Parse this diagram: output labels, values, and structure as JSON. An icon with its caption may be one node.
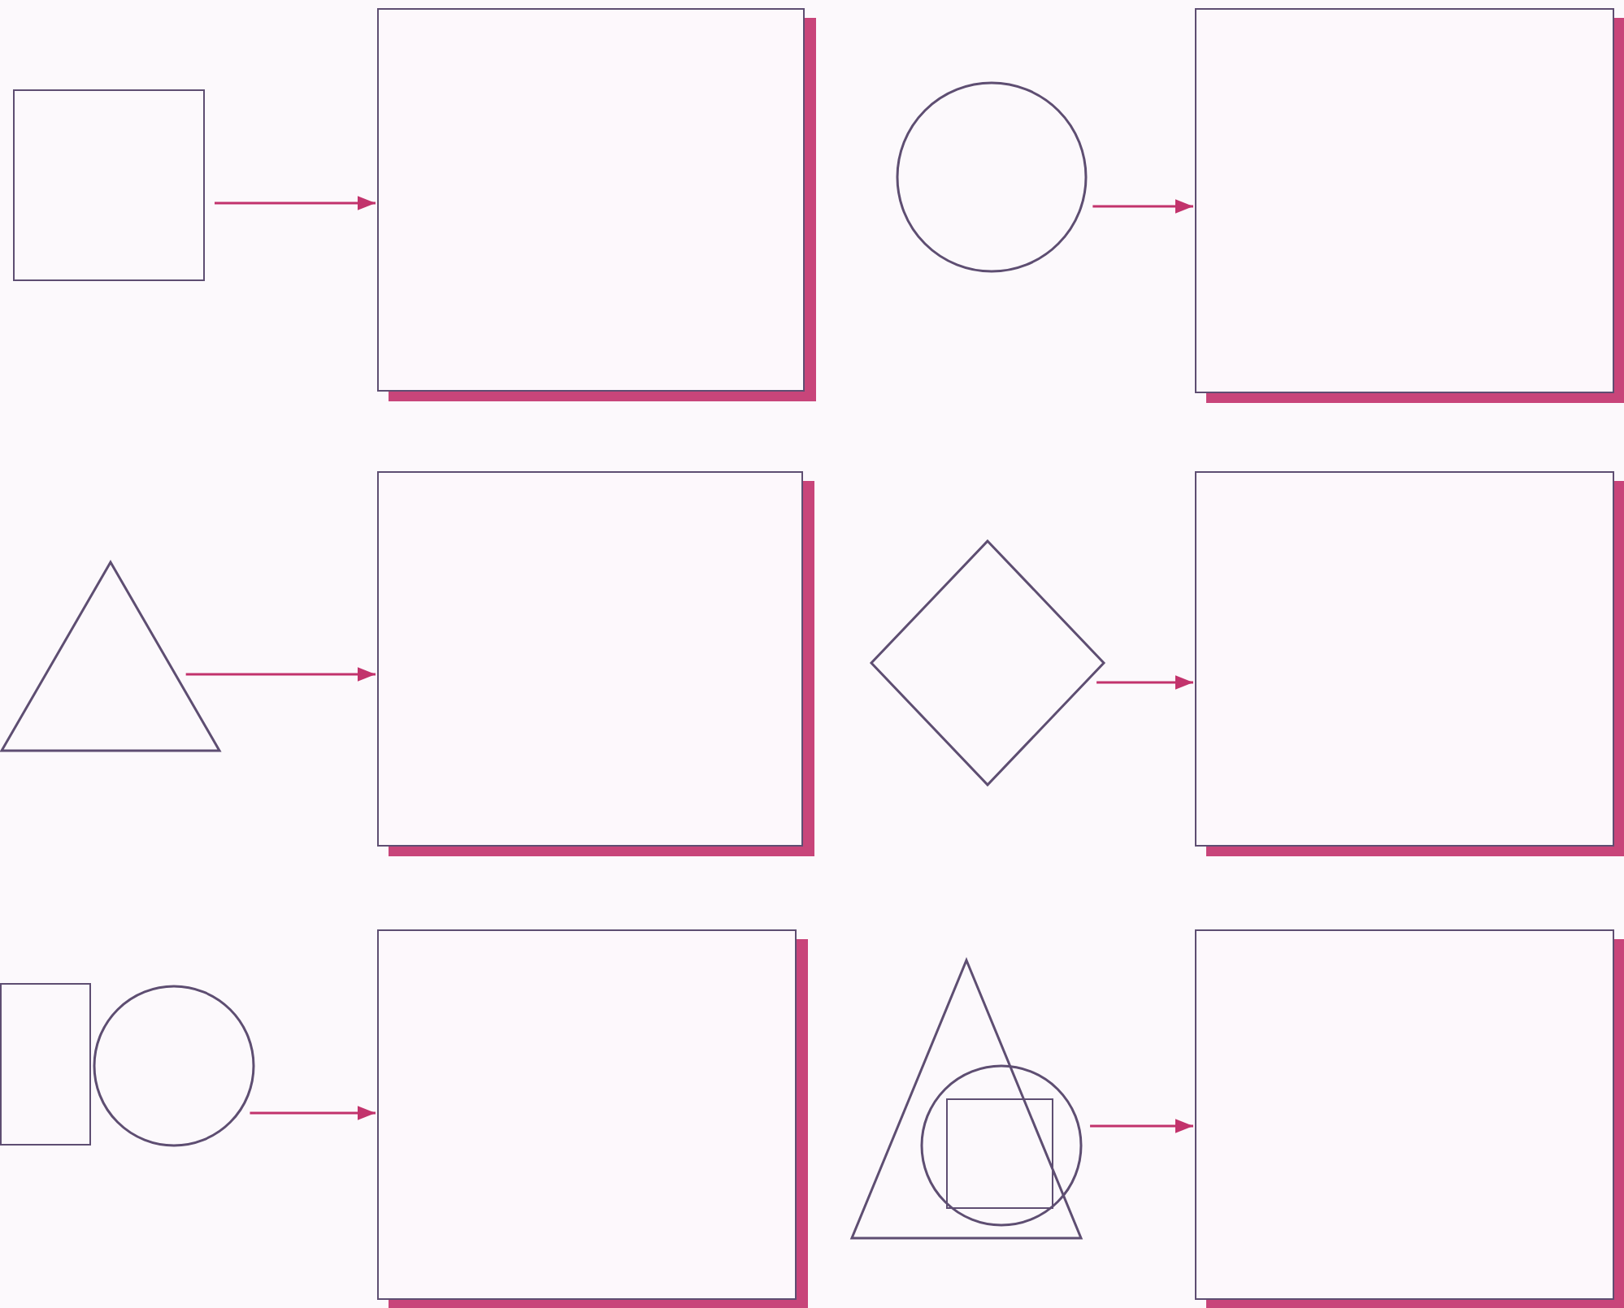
{
  "diagram": {
    "nodes": [
      {
        "text": [],
        "shape": "box"
      },
      {
        "text": [],
        "shape": "box"
      },
      {
        "text": [],
        "shape": "circle"
      },
      {
        "text": [],
        "shape": "box"
      },
      {
        "text": [],
        "shape": "triangle"
      },
      {
        "text": [],
        "shape": "box"
      },
      {
        "text": [],
        "shape": "diamond"
      },
      {
        "text": [],
        "shape": "box"
      },
      {
        "text": [],
        "shape": "box"
      },
      {
        "text": [],
        "shape": "circle"
      },
      {
        "text": [],
        "shape": "box"
      },
      {
        "text": [],
        "shape": "triangle"
      },
      {
        "text": [],
        "shape": "circle",
        "in": 11
      },
      {
        "text": [],
        "shape": "box",
        "in": 12
      },
      {
        "text": [],
        "shape": "box"
      }
    ],
    "edges": [
      {
        "from": 0,
        "to": 1,
        "arrow": "to"
      },
      {
        "from": 2,
        "to": 3,
        "arrow": "to"
      },
      {
        "from": 4,
        "to": 5,
        "arrow": "to"
      },
      {
        "from": 6,
        "to": 7,
        "arrow": "to"
      },
      {
        "from": 9,
        "to": 10,
        "arrow": "to"
      },
      {
        "from": 12,
        "to": 14,
        "arrow": "to"
      }
    ]
  }
}
